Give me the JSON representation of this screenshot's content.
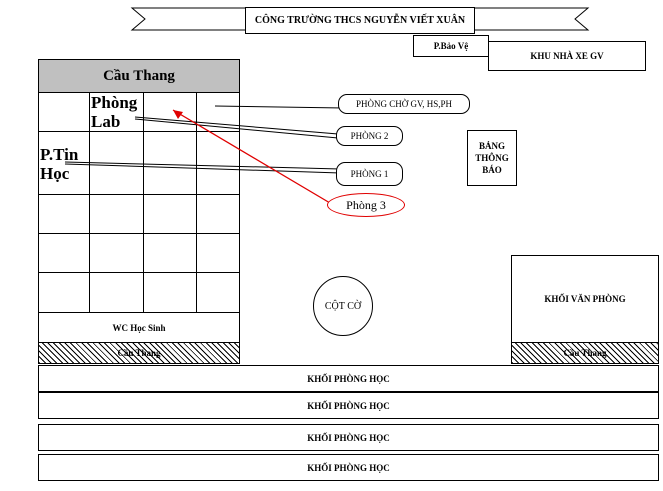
{
  "gate": {
    "label": "CÔNG TRƯỜNG THCS NGUYỄN VIẾT XUÂN"
  },
  "guard_room": {
    "label": "P.Bảo Vệ"
  },
  "teacher_parking": {
    "label": "KHU NHÀ XE GV"
  },
  "left_block": {
    "stair_top": "Cầu Thang",
    "lab_label": "Phòng Lab",
    "it_label": "P.Tin Học",
    "wc_label": "WC Học Sinh",
    "stair_bottom": "Cầu Thang"
  },
  "callouts": {
    "waiting_room": "PHÒNG CHỜ GV, HS,PH",
    "room2": "PHÒNG 2",
    "room1": "PHÒNG 1",
    "room3": "Phòng 3"
  },
  "notice_board": {
    "label": "BẢNG THÔNG BÁO"
  },
  "flag_pole": {
    "label": "CỘT CỜ"
  },
  "office_block": {
    "label": "KHỐI VĂN PHÒNG",
    "stair_label": "Cầu Thang"
  },
  "classroom_blocks": [
    {
      "label": "KHỐI PHÒNG HỌC"
    },
    {
      "label": "KHỐI PHÒNG HỌC"
    },
    {
      "label": "KHỐI PHÒNG HỌC"
    },
    {
      "label": "KHỐI PHÒNG HỌC"
    }
  ],
  "colors": {
    "highlight": "#e00000",
    "stair_fill": "#c0c0c0"
  }
}
